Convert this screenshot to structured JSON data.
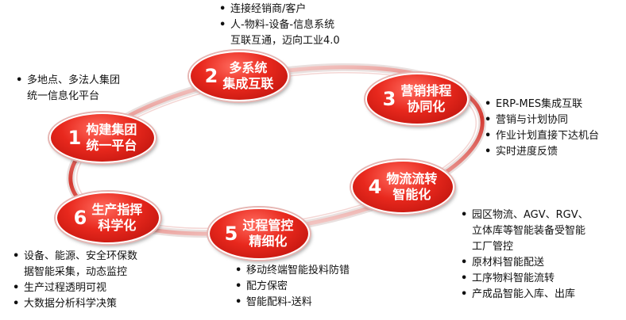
{
  "nodes": [
    {
      "num": "1",
      "lines": [
        "构建集团",
        "统一平台"
      ]
    },
    {
      "num": "2",
      "lines": [
        "多系统",
        "集成互联"
      ]
    },
    {
      "num": "3",
      "lines": [
        "营销排程",
        "协同化"
      ]
    },
    {
      "num": "4",
      "lines": [
        "物流流转",
        "智能化"
      ]
    },
    {
      "num": "5",
      "lines": [
        "过程管控",
        "精细化"
      ]
    },
    {
      "num": "6",
      "lines": [
        "生产指挥",
        "科学化"
      ]
    }
  ],
  "bullets": {
    "node1": [
      {
        "lines": [
          "多地点、多法人集团",
          "统一信息化平台"
        ]
      }
    ],
    "node2": [
      {
        "lines": [
          "连接经销商/客户"
        ]
      },
      {
        "lines": [
          "人-物料-设备-信息系统",
          "互联互通，迈向工业4.0"
        ]
      }
    ],
    "node3": [
      {
        "lines": [
          "ERP-MES集成互联"
        ]
      },
      {
        "lines": [
          "营销与计划协同"
        ]
      },
      {
        "lines": [
          "作业计划直接下达机台"
        ]
      },
      {
        "lines": [
          "实时进度反馈"
        ]
      }
    ],
    "node4": [
      {
        "lines": [
          "园区物流、AGV、RGV、",
          "立体库等智能装备受智能",
          "工厂管控"
        ]
      },
      {
        "lines": [
          "原材料智能配送"
        ]
      },
      {
        "lines": [
          "工序物料智能流转"
        ]
      },
      {
        "lines": [
          "产成品智能入库、出库"
        ]
      }
    ],
    "node5": [
      {
        "lines": [
          "移动终端智能投料防错"
        ]
      },
      {
        "lines": [
          "配方保密"
        ]
      },
      {
        "lines": [
          "智能配料-送料"
        ]
      }
    ],
    "node6": [
      {
        "lines": [
          "设备、能源、安全环保数",
          "据智能采集，动态监控"
        ]
      },
      {
        "lines": [
          "生产过程透明可视"
        ]
      },
      {
        "lines": [
          "大数据分析科学决策"
        ]
      }
    ]
  },
  "colors": {
    "node": "#e8281d",
    "ring": "#d43a32",
    "bullet_text": "#111111"
  },
  "bullet_symbol": "•"
}
